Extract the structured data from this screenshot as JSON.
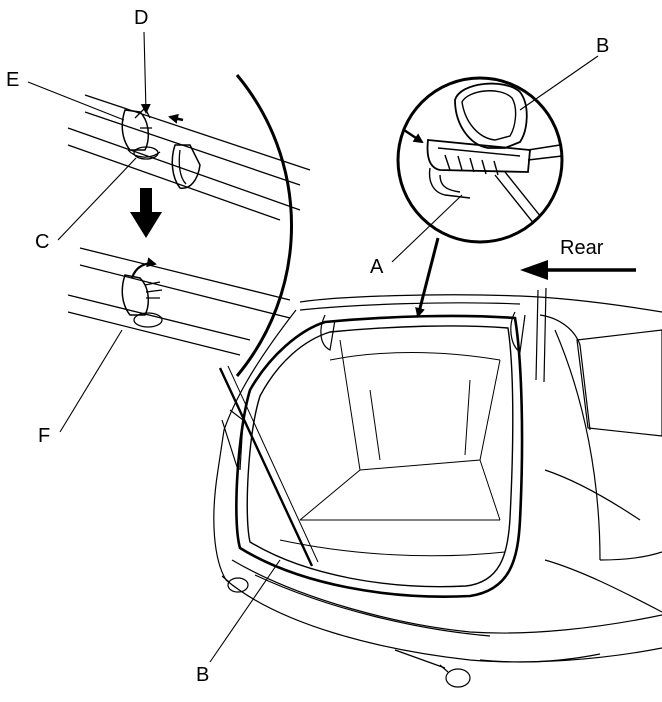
{
  "labels": {
    "a": "A",
    "b_top": "B",
    "b_bottom": "B",
    "c": "C",
    "d": "D",
    "e": "E",
    "f": "F",
    "rear": "Rear"
  },
  "colors": {
    "line": "#000000",
    "background": "#ffffff"
  }
}
